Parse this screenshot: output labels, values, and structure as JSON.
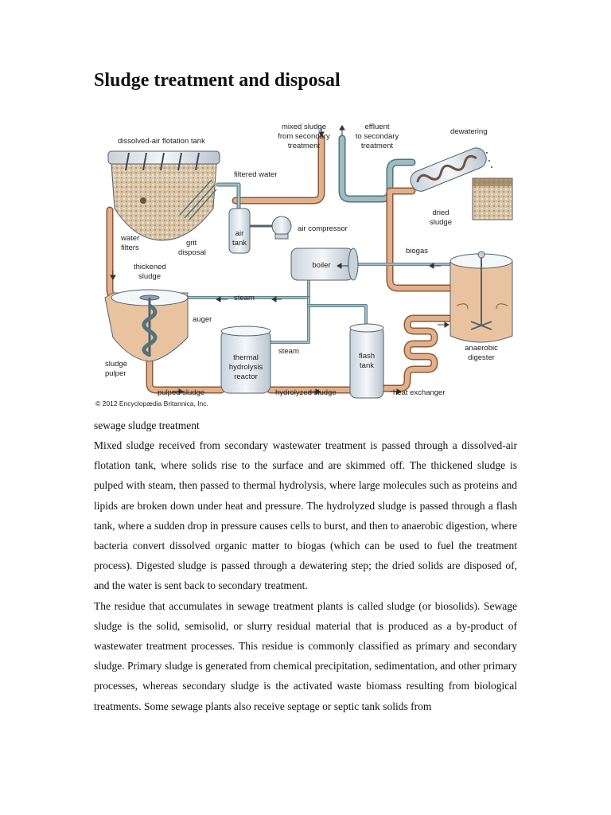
{
  "page": {
    "title": "Sludge treatment and disposal",
    "caption": "sewage sludge treatment",
    "paragraphs": [
      "Mixed sludge received from secondary wastewater treatment is passed through a dissolved-air flotation tank, where solids rise to the surface and are skimmed off. The thickened sludge is pulped with steam, then passed to thermal hydrolysis, where large molecules such as proteins and lipids are broken down under heat and pressure. The hydrolyzed sludge is passed through a flash tank, where a sudden drop in pressure causes cells to burst, and then to anaerobic digestion, where bacteria convert dissolved organic matter to biogas (which can be used to fuel the treatment process). Digested sludge is passed through a dewatering step; the dried solids are disposed of, and the water is sent back to secondary treatment.",
      "The residue that accumulates in sewage treatment plants is called sludge (or biosolids). Sewage sludge is the solid, semisolid, or slurry residual material that is produced as a by-product of wastewater treatment processes. This residue is commonly classified as primary and secondary sludge. Primary sludge is generated from chemical precipitation, sedimentation, and other primary processes, whereas secondary sludge is the activated waste biomass resulting from biological treatments. Some sewage plants also receive septage or septic tank solids from"
    ]
  },
  "diagram": {
    "labels": {
      "daf_tank": "dissolved-air flotation tank",
      "mixed_sludge_1": "mixed sludge",
      "mixed_sludge_2": "from secondary",
      "mixed_sludge_3": "treatment",
      "effluent_1": "effluent",
      "effluent_2": "to secondary",
      "effluent_3": "treatment",
      "dewatering": "dewatering",
      "filtered_water": "filtered water",
      "dried_sludge_1": "dried",
      "dried_sludge_2": "sludge",
      "air_tank_1": "air",
      "air_tank_2": "tank",
      "air_compressor": "air compressor",
      "water_filters_1": "water",
      "water_filters_2": "filters",
      "grit_disposal_1": "grit",
      "grit_disposal_2": "disposal",
      "biogas": "biogas",
      "boiler": "boiler",
      "thickened_sludge_1": "thickened",
      "thickened_sludge_2": "sludge",
      "steam_top": "steam",
      "auger": "auger",
      "steam_mid": "steam",
      "thr_1": "thermal",
      "thr_2": "hydrolysis",
      "thr_3": "reactor",
      "flash_1": "flash",
      "flash_2": "tank",
      "anaerobic_1": "anaerobic",
      "anaerobic_2": "digester",
      "pulper_1": "sludge",
      "pulper_2": "pulper",
      "pulped_sludge": "pulped sludge",
      "hydrolyzed_sludge": "hydrolyzed sludge",
      "heat_exchanger": "heat exchanger",
      "copyright": "© 2012 Encyclopædia Britannica, Inc."
    },
    "colors": {
      "sludge_pipe": "#e2b08a",
      "sludge_pipe_edge": "#8a5a3a",
      "water_pipe": "#9fbcc2",
      "water_pipe_edge": "#4f7479",
      "tank_fill": "#dfe6ef",
      "tank_edge": "#55606b",
      "sludge_fill": "#e9c3a0",
      "dried_sludge": "#8a6a4a",
      "background": "#ffffff"
    }
  }
}
